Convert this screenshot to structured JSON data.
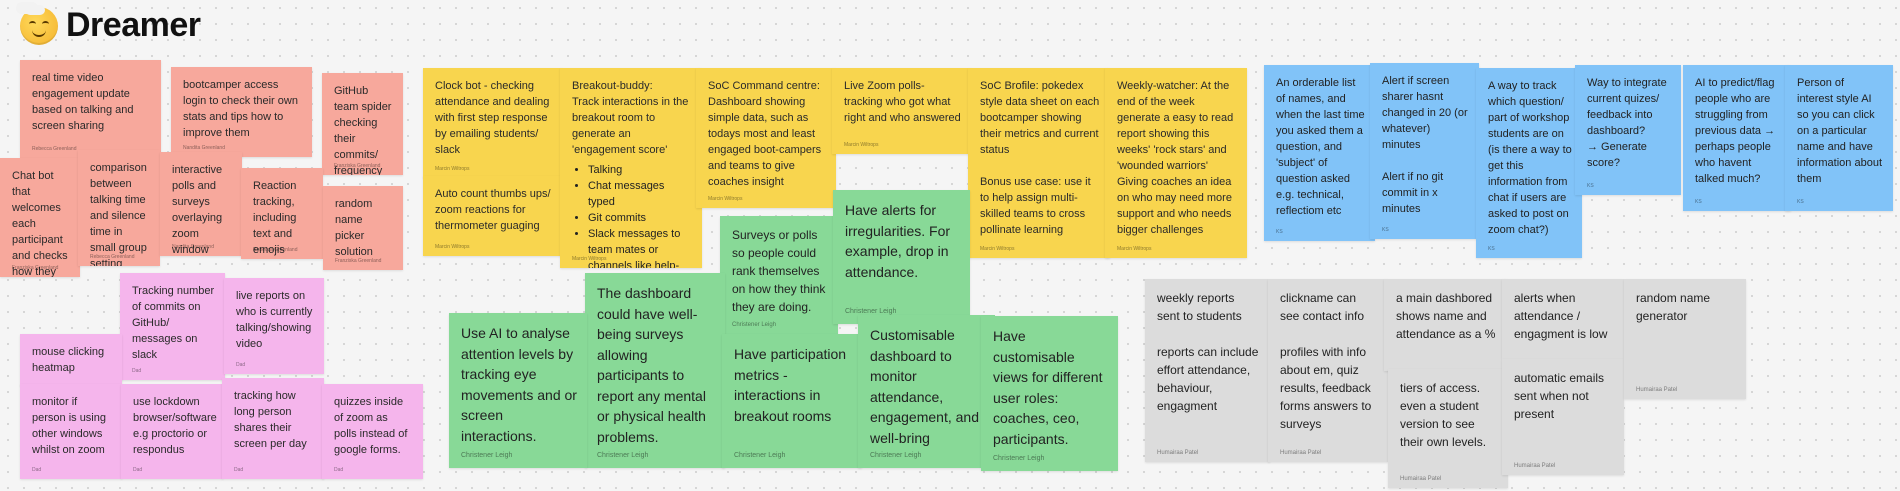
{
  "board": {
    "title": "Dreamer",
    "emoji_icon": "face-in-clouds-emoji"
  },
  "notes": {
    "n01": {
      "text": "real time video engagement update based on talking and screen sharing",
      "author": "Rebecca Greenland"
    },
    "n02": {
      "text": "bootcamper access login to check their own stats and tips how to improve them",
      "author": "Nandita Greenland"
    },
    "n03": {
      "text": "GitHub team spider checking their commits/ frequency",
      "author": "Franziska Greenland"
    },
    "n04": {
      "text": "Chat bot that welcomes each participant and checks how they are",
      "author": "Franziska Greenland"
    },
    "n05": {
      "text": "comparison between talking time and silence time in small group setting",
      "author": "Rebecca Greenland"
    },
    "n06": {
      "text": "interactive polls and surveys overlaying zoom window",
      "author": "Nandita Greenland"
    },
    "n07": {
      "text": "Reaction tracking, including text and emojis",
      "author": "Rebecca Greenland"
    },
    "n08": {
      "text": "random name picker solution",
      "author": "Franziska Greenland"
    },
    "n09": {
      "text": "Tracking number of commits on GitHub/ messages on slack",
      "author": "Dad"
    },
    "n10": {
      "text": "live reports on who is currently talking/showing video",
      "author": "Dad"
    },
    "n11": {
      "text": "mouse clicking heatmap",
      "author": ""
    },
    "n12": {
      "text": "monitor if person is using other windows whilst on zoom",
      "author": "Dad"
    },
    "n13": {
      "text": "use lockdown browser/software e.g proctorio or respondus",
      "author": "Dad"
    },
    "n14": {
      "text": "tracking how long person shares their screen per day",
      "author": "Dad"
    },
    "n15": {
      "text": "quizzes inside of zoom as polls instead of google forms.",
      "author": "Dad"
    },
    "y01": {
      "text": "Clock bot - checking attendance and dealing with first step response by emailing students/ slack",
      "author": "Marcin Wiltrops"
    },
    "y02": {
      "text": "Auto count thumbs ups/ zoom reactions for thermometer guaging",
      "author": "Marcin Wiltrops"
    },
    "y03": {
      "text": "Breakout-buddy:\nTrack interactions in the breakout room to generate an 'engagement score'",
      "bullets": [
        "Talking",
        "Chat messages typed",
        "Git commits",
        "Slack messages to team mates or channels like help-dev"
      ],
      "author": "Marcin Wiltrops"
    },
    "y04": {
      "text": "SoC Command centre: Dashboard showing simple data, such as todays most and least engaged boot-campers and teams to give coaches insight",
      "author": "Marcin Wiltrops"
    },
    "y05": {
      "text": "Live Zoom polls- tracking who got what right and who answered",
      "author": "Marcin Wiltrops"
    },
    "y06": {
      "text": "SoC Brofile: pokedex style data sheet on each bootcamper showing their metrics and current status\n\nBonus use case: use it to help assign multi-skilled teams to cross pollinate learning",
      "author": "Marcin Wiltrops"
    },
    "y07": {
      "text": "Weekly-watcher: At the end of the week generate a easy to read report showing this weeks' 'rock stars' and 'wounded warriors'\nGiving coaches an idea on who may need more support and who needs bigger challenges",
      "author": "Marcin Wiltrops"
    },
    "g01": {
      "text": "Surveys or polls so people could rank themselves on how they think they are doing.",
      "author": "Christener Leigh"
    },
    "g02": {
      "text": "Have alerts for irregularities. For example, drop in attendance.",
      "author": "Christener Leigh"
    },
    "g03": {
      "text": "The dashboard could have well-being surveys allowing participants to report any mental or physical health problems.",
      "author": "Christener Leigh"
    },
    "g04": {
      "text": "Use AI to analyse attention levels by tracking eye movements and or screen interactions.",
      "author": "Christener Leigh"
    },
    "g05": {
      "text": "Have participation metrics - interactions in breakout rooms",
      "author": "Christener Leigh"
    },
    "g06": {
      "text": "Customisable dashboard to monitor attendance, engagement, and well-bring",
      "author": "Christener Leigh"
    },
    "g07": {
      "text": "Have customisable views for different user roles: coaches, ceo, participants.",
      "author": "Christener Leigh"
    },
    "b01": {
      "text": "An orderable list of names, and when the last time you asked them a question, and 'subject' of question asked e.g. technical, reflectiom etc",
      "author": "KS"
    },
    "b02": {
      "text": "Alert if screen sharer hasnt changed in 20 (or whatever) minutes\n\nAlert if no git commit in x minutes",
      "author": "KS"
    },
    "b03": {
      "text": "A way to track which question/ part of workshop students are on (is there a way to get this information from chat if users are asked to post on zoom chat?)",
      "author": "KS"
    },
    "b04": {
      "text": "Way to integrate current quizes/ feedback into dashboard?\n→ Generate score?",
      "author": "KS"
    },
    "b05": {
      "text": "AI to predict/flag people who are struggling from previous data → perhaps people who havent talked much?",
      "author": "KS"
    },
    "b06": {
      "text": "Person of interest style AI so you can click on a particular name and have information about them",
      "author": "KS"
    },
    "w01": {
      "text": "weekly reports sent to students\n\nreports can include effort attendance, behaviour, engagment",
      "author": "Humairaa Patel"
    },
    "w02": {
      "text": "clickname can see contact info\n\nprofiles with info about em, quiz results, feedback forms answers to surveys",
      "author": "Humairaa Patel"
    },
    "w03": {
      "text": "a main dashbored shows name and attendance as a %",
      "author": ""
    },
    "w04": {
      "text": "tiers of access. even a student version to see their own levels.",
      "author": "Humairaa Patel"
    },
    "w05": {
      "text": "alerts when attendance / engagment is low",
      "author": ""
    },
    "w06": {
      "text": "automatic emails sent when not present",
      "author": "Humairaa Patel"
    },
    "w07": {
      "text": "random name generator",
      "author": "Humairaa Patel"
    }
  },
  "colors": {
    "salmon": "#f7a89c",
    "pink": "#f5b5ec",
    "yellow": "#f8d54e",
    "green": "#88d997",
    "blue": "#81c3f8",
    "grey": "#dcdcdc"
  }
}
